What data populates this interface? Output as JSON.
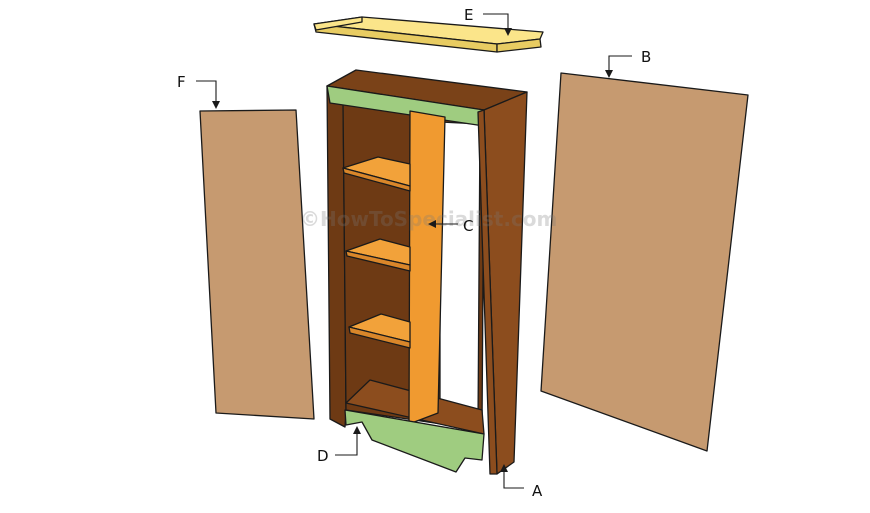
{
  "colors": {
    "carcass_dark": "#6e3a14",
    "carcass_mid": "#8c4d1e",
    "carcass_top": "#7a4218",
    "rail_green": "#9fcc80",
    "shelf_orange": "#f2a23a",
    "shelf_orange_dark": "#d9862a",
    "divider_orange": "#f09a30",
    "panel_tan": "#c69a70",
    "crown_yellow": "#fbe58a",
    "crown_yellow_dark": "#e8cc62",
    "outline": "#1a1a1a"
  },
  "labels": {
    "a": "A",
    "b": "B",
    "c": "C",
    "d": "D",
    "e": "E",
    "f": "F"
  },
  "watermark": "©HowToSpecialist.com"
}
